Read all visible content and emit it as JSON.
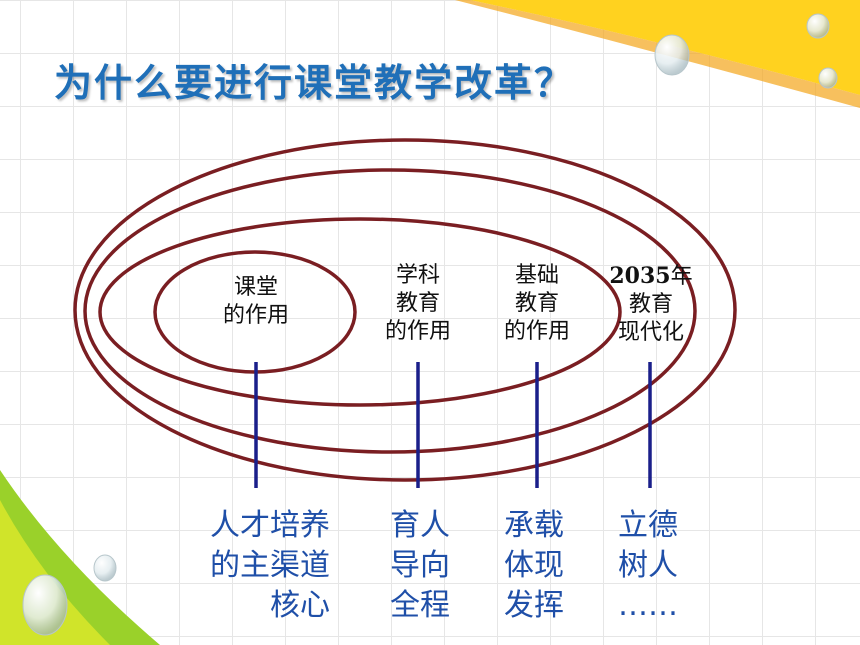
{
  "title": "为什么要进行课堂教学改革？",
  "circles": [
    {
      "name": "classroom",
      "lines": [
        "课堂",
        "的作用"
      ]
    },
    {
      "name": "subject",
      "lines": [
        "学科",
        "教育",
        "的作用"
      ]
    },
    {
      "name": "basic",
      "lines": [
        "基础",
        "教育",
        "的作用"
      ]
    },
    {
      "name": "modernization",
      "year": "2035",
      "year_suffix": "年",
      "lines": [
        "教育",
        "现代化"
      ]
    }
  ],
  "bottom_labels": [
    {
      "lines": [
        "人才培养",
        "的主渠道",
        "核心"
      ]
    },
    {
      "lines": [
        "育人",
        "导向",
        "全程"
      ]
    },
    {
      "lines": [
        "承载",
        "体现",
        "发挥"
      ]
    },
    {
      "lines": [
        "立德",
        "树人",
        "……"
      ]
    }
  ],
  "colors": {
    "title": "#1f6fb8",
    "ellipse": "#7a1e22",
    "connector": "#1a1f8a",
    "bottom_text": "#1f4fa8"
  }
}
